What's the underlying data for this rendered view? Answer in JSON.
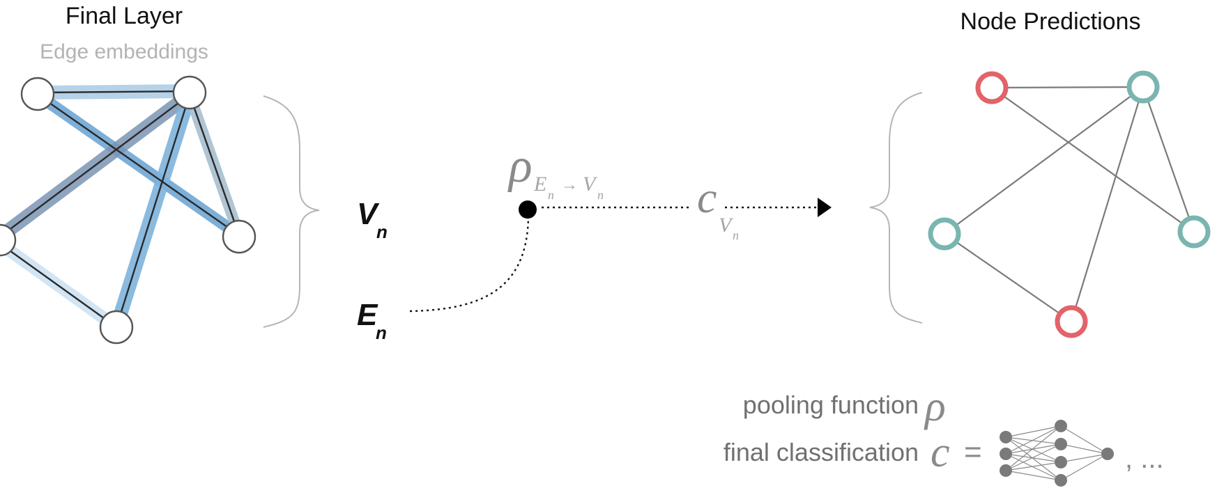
{
  "left_panel": {
    "title": "Final Layer",
    "subtitle": "Edge embeddings"
  },
  "right_panel": {
    "title": "Node Predictions"
  },
  "symbols": {
    "v_n_main": "V",
    "v_n_sub": "n",
    "e_n_main": "E",
    "e_n_sub": "n",
    "rho": "ρ",
    "rho_sub_e": "E",
    "rho_sub_e_n": "n",
    "rho_sub_arrow": "→",
    "rho_sub_v": "V",
    "rho_sub_v_n": "n",
    "c": "c",
    "c_sub_v": "V",
    "c_sub_n": "n"
  },
  "legend": {
    "pooling_label": "pooling function",
    "pooling_symbol": "ρ",
    "classification_label": "final classification",
    "classification_symbol": "c",
    "equals": "=",
    "trailing": ", ..."
  },
  "colors": {
    "class_a": "#e2636a",
    "class_b": "#7ab5b0",
    "edge_embedding_blue": "#7fb3dc",
    "muted_text": "#b0b0b0",
    "gray_text": "#707070",
    "dark_text": "#111111"
  }
}
